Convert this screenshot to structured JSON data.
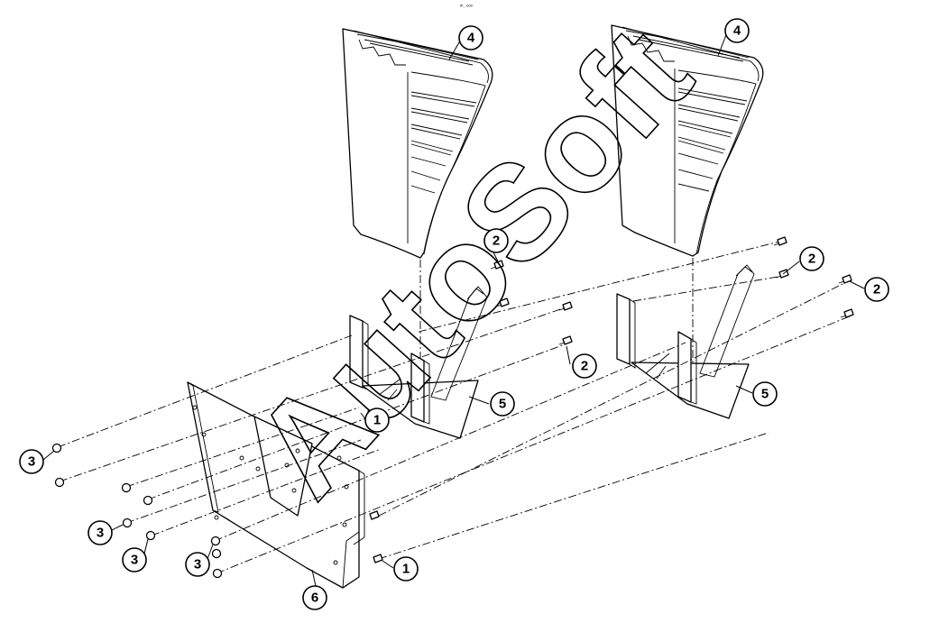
{
  "header_mark": "ᵐ˒ ᵒᵒᵒ",
  "watermark": "AutoSoft",
  "callouts": [
    {
      "id": "c4a",
      "label": "4"
    },
    {
      "id": "c4b",
      "label": "4"
    },
    {
      "id": "c2a",
      "label": "2"
    },
    {
      "id": "c2b",
      "label": "2"
    },
    {
      "id": "c2c",
      "label": "2"
    },
    {
      "id": "c2d",
      "label": "2"
    },
    {
      "id": "c5a",
      "label": "5"
    },
    {
      "id": "c5b",
      "label": "5"
    },
    {
      "id": "c1a",
      "label": "1"
    },
    {
      "id": "c1b",
      "label": "1"
    },
    {
      "id": "c3a",
      "label": "3"
    },
    {
      "id": "c3b",
      "label": "3"
    },
    {
      "id": "c3c",
      "label": "3"
    },
    {
      "id": "c3d",
      "label": "3"
    },
    {
      "id": "c6",
      "label": "6"
    }
  ]
}
